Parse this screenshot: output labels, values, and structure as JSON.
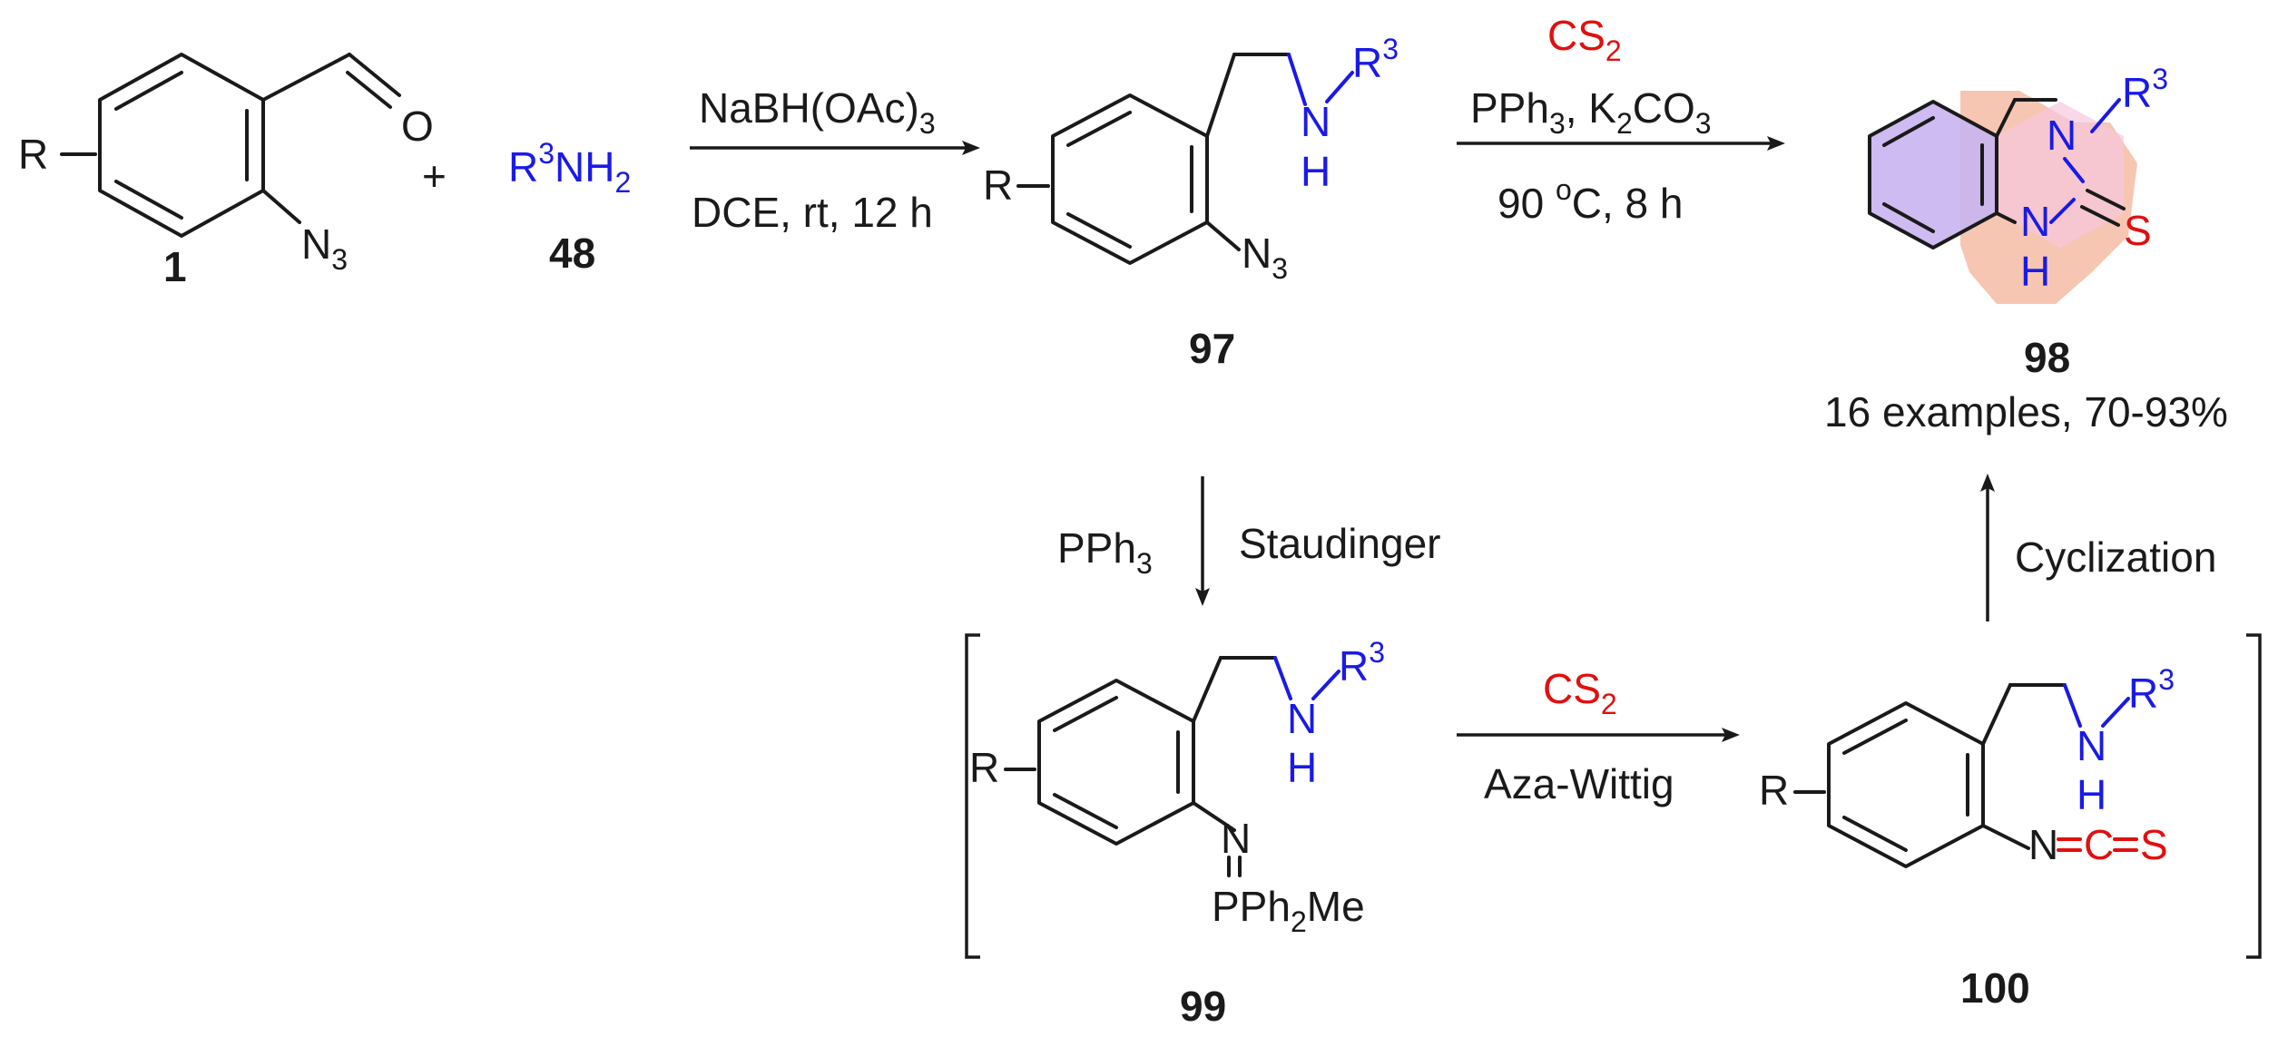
{
  "compounds": {
    "c1": {
      "label": "1",
      "r": "R",
      "cho_o": "O",
      "azide": "N",
      "azide_sub": "3"
    },
    "c48": {
      "label": "48",
      "r": "R",
      "r_sup": "3",
      "nh": "NH",
      "nh_sub": "2"
    },
    "c97": {
      "label": "97",
      "r": "R",
      "n": "N",
      "h": "H",
      "r3": "R",
      "r3_sup": "3",
      "azide": "N",
      "azide_sub": "3"
    },
    "c98": {
      "label": "98",
      "n3": "N",
      "r3": "R",
      "r3_sup": "3",
      "nh_n": "N",
      "nh_h": "H",
      "s": "S",
      "note": "16 examples, 70-93%"
    },
    "c99": {
      "label": "99",
      "r": "R",
      "n": "N",
      "h": "H",
      "r3": "R",
      "r3_sup": "3",
      "imine_n": "N",
      "phos": "PPh",
      "phos_sub": "2",
      "phos_tail": "Me"
    },
    "c100": {
      "label": "100",
      "r": "R",
      "n": "N",
      "h": "H",
      "r3": "R",
      "r3_sup": "3",
      "iso_n": "N",
      "iso_c": "C",
      "iso_s": "S"
    }
  },
  "plus_sign": "+",
  "steps": {
    "reductive_amination": {
      "top": "NaBH(OAc)",
      "top_sub": "3",
      "bottom": "DCE, rt, 12 h"
    },
    "one_pot": {
      "reagent": "CS",
      "reagent_sub": "2",
      "line2_a": "PPh",
      "line2_a_sub": "3",
      "line2_b": ", K",
      "line2_b_sub": "2",
      "line2_c": "CO",
      "line2_c_sub": "3",
      "cond": "90 ",
      "cond_sup": "o",
      "cond_tail": "C, 8 h"
    },
    "staudinger": {
      "left": "PPh",
      "left_sub": "3",
      "right": "Staudinger"
    },
    "aza_wittig": {
      "top": "CS",
      "top_sub": "2",
      "bottom": "Aza-Wittig"
    },
    "cyclization": {
      "label": "Cyclization"
    }
  },
  "colors": {
    "blue": "#1a1ae6",
    "red": "#e01010",
    "highlight_benzene": "#c8b4f0",
    "highlight_ring": "#f4b8a0"
  }
}
